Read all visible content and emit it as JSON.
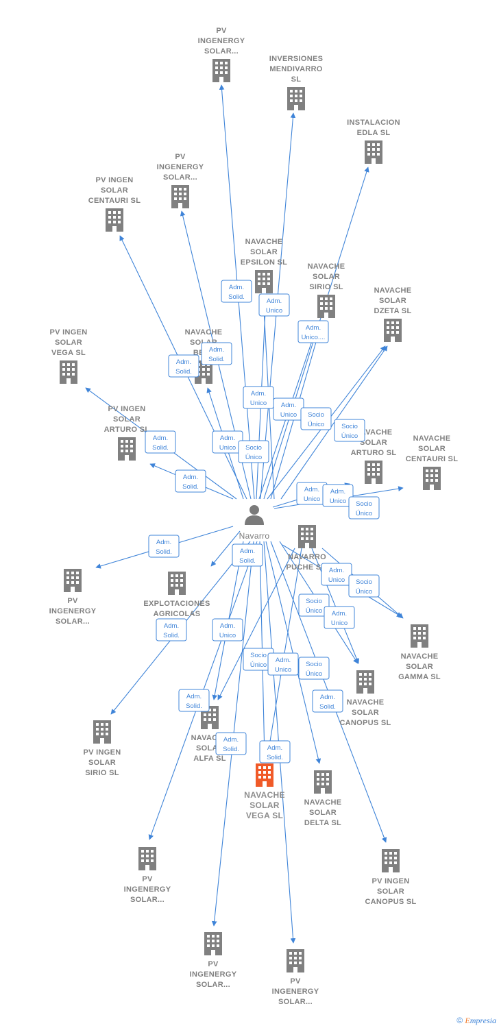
{
  "colors": {
    "edge": "#3f84d8",
    "company": "#808080",
    "highlight": "#f05a28",
    "person": "#7a7a7a"
  },
  "person": {
    "name": "Navarro"
  },
  "focus_company": {
    "lines": [
      "NAVACHE",
      "SOLAR",
      "VEGA SL"
    ]
  },
  "companies": [
    {
      "id": "c1",
      "lines": [
        "PV",
        "INGENERGY",
        "SOLAR..."
      ]
    },
    {
      "id": "c2",
      "lines": [
        "INVERSIONES",
        "MENDIVARRO",
        "SL"
      ]
    },
    {
      "id": "c3",
      "lines": [
        "INSTALACION",
        "EDLA SL"
      ]
    },
    {
      "id": "c4",
      "lines": [
        "PV",
        "INGENERGY",
        "SOLAR..."
      ]
    },
    {
      "id": "c5",
      "lines": [
        "PV INGEN",
        "SOLAR",
        "CENTAURI SL"
      ]
    },
    {
      "id": "c6",
      "lines": [
        "NAVACHE",
        "SOLAR",
        "EPSILON SL"
      ]
    },
    {
      "id": "c7",
      "lines": [
        "NAVACHE",
        "SOLAR",
        "SIRIO SL"
      ]
    },
    {
      "id": "c8",
      "lines": [
        "NAVACHE",
        "SOLAR",
        "DZETA SL"
      ]
    },
    {
      "id": "c9",
      "lines": [
        "PV INGEN",
        "SOLAR",
        "VEGA SL"
      ]
    },
    {
      "id": "c10",
      "lines": [
        "NAVACHE",
        "SOLAR",
        "BETA"
      ]
    },
    {
      "id": "c11",
      "lines": [
        "PV INGEN",
        "SOLAR",
        "ARTURO SL"
      ]
    },
    {
      "id": "c12",
      "lines": [
        "NAVACHE",
        "SOLAR",
        "ARTURO SL"
      ]
    },
    {
      "id": "c13",
      "lines": [
        "NAVACHE",
        "SOLAR",
        "CENTAURI SL"
      ]
    },
    {
      "id": "c14",
      "lines": [
        "NAVARRO",
        "PUCHE S..."
      ]
    },
    {
      "id": "c15",
      "lines": [
        "PV",
        "INGENERGY",
        "SOLAR..."
      ]
    },
    {
      "id": "c16",
      "lines": [
        "EXPLOTACIONES",
        "AGRICOLAS",
        "..."
      ]
    },
    {
      "id": "c17",
      "lines": [
        "NAVACHE",
        "SOLAR",
        "GAMMA SL"
      ]
    },
    {
      "id": "c18",
      "lines": [
        "NAVACHE",
        "SOLAR",
        "CANOPUS SL"
      ]
    },
    {
      "id": "c19",
      "lines": [
        "PV INGEN",
        "SOLAR",
        "SIRIO SL"
      ]
    },
    {
      "id": "c20",
      "lines": [
        "NAVACHE",
        "SOLAR",
        "ALFA SL"
      ]
    },
    {
      "id": "c21",
      "lines": [
        "NAVACHE",
        "SOLAR",
        "DELTA SL"
      ]
    },
    {
      "id": "c22",
      "lines": [
        "PV",
        "INGENERGY",
        "SOLAR..."
      ]
    },
    {
      "id": "c23",
      "lines": [
        "PV INGEN",
        "SOLAR",
        "CANOPUS SL"
      ]
    },
    {
      "id": "c24",
      "lines": [
        "PV",
        "INGENERGY",
        "SOLAR..."
      ]
    },
    {
      "id": "c25",
      "lines": [
        "PV",
        "INGENERGY",
        "SOLAR..."
      ]
    }
  ],
  "relations": [
    {
      "id": "r1",
      "lines": [
        "Adm.",
        "Solid."
      ]
    },
    {
      "id": "r2",
      "lines": [
        "Adm.",
        "Unico"
      ]
    },
    {
      "id": "r3",
      "lines": [
        "Adm.",
        "Unico...."
      ]
    },
    {
      "id": "r4",
      "lines": [
        "Adm.",
        "Solid."
      ]
    },
    {
      "id": "r5",
      "lines": [
        "Adm.",
        "Solid."
      ]
    },
    {
      "id": "r6",
      "lines": [
        "Adm.",
        "Unico"
      ]
    },
    {
      "id": "r7",
      "lines": [
        "Adm.",
        "Unico"
      ]
    },
    {
      "id": "r8",
      "lines": [
        "Socio",
        "Único"
      ]
    },
    {
      "id": "r9",
      "lines": [
        "Socio",
        "Único"
      ]
    },
    {
      "id": "r10",
      "lines": [
        "Adm.",
        "Solid."
      ]
    },
    {
      "id": "r11",
      "lines": [
        "Adm.",
        "Unico"
      ]
    },
    {
      "id": "r12",
      "lines": [
        "Socio",
        "Único"
      ]
    },
    {
      "id": "r13",
      "lines": [
        "Adm.",
        "Solid."
      ]
    },
    {
      "id": "r14",
      "lines": [
        "Adm.",
        "Unico"
      ]
    },
    {
      "id": "r15",
      "lines": [
        "Adm.",
        "Unico"
      ]
    },
    {
      "id": "r16",
      "lines": [
        "Socio",
        "Único"
      ]
    },
    {
      "id": "r17",
      "lines": [
        "Adm.",
        "Solid."
      ]
    },
    {
      "id": "r18",
      "lines": [
        "Adm.",
        "Solid."
      ]
    },
    {
      "id": "r19",
      "lines": [
        "Adm.",
        "Unico"
      ]
    },
    {
      "id": "r20",
      "lines": [
        "Socio",
        "Único"
      ]
    },
    {
      "id": "r21",
      "lines": [
        "Adm.",
        "Solid."
      ]
    },
    {
      "id": "r22",
      "lines": [
        "Adm.",
        "Unico"
      ]
    },
    {
      "id": "r23",
      "lines": [
        "Socio",
        "Único"
      ]
    },
    {
      "id": "r24",
      "lines": [
        "Adm.",
        "Unico"
      ]
    },
    {
      "id": "r25",
      "lines": [
        "Socio",
        "Único"
      ]
    },
    {
      "id": "r26",
      "lines": [
        "Adm.",
        "Unico"
      ]
    },
    {
      "id": "r27",
      "lines": [
        "Socio",
        "Único"
      ]
    },
    {
      "id": "r28",
      "lines": [
        "Adm.",
        "Solid."
      ]
    },
    {
      "id": "r29",
      "lines": [
        "Adm.",
        "Solid."
      ]
    },
    {
      "id": "r30",
      "lines": [
        "Adm.",
        "Solid."
      ]
    },
    {
      "id": "r31",
      "lines": [
        "Adm.",
        "Solid."
      ]
    }
  ],
  "footer": {
    "copyright": "©",
    "brand_initial": "E",
    "brand_rest": "mpresia"
  }
}
